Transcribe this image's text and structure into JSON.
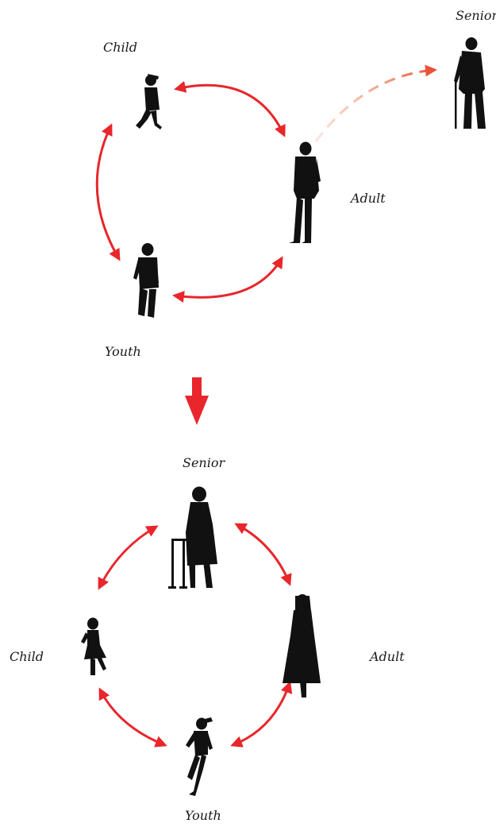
{
  "top_diagram": {
    "labels": {
      "child": "Child",
      "youth": "Youth",
      "adult": "Adult",
      "senior": "Senior"
    }
  },
  "bottom_diagram": {
    "labels": {
      "senior": "Senior",
      "child": "Child",
      "adult": "Adult",
      "youth": "Youth"
    }
  },
  "colors": {
    "arrow": "#e8262b",
    "silhouette": "#111111",
    "dashed_fade_start": "#f6c9bb",
    "dashed_fade_end": "#e8533a"
  },
  "icons": [
    "boy-silhouette-icon",
    "teen-silhouette-icon",
    "man-silhouette-icon",
    "old-man-cane-icon",
    "old-woman-walker-icon",
    "girl-silhouette-icon",
    "woman-silhouette-icon",
    "runner-silhouette-icon",
    "down-arrow-icon"
  ]
}
